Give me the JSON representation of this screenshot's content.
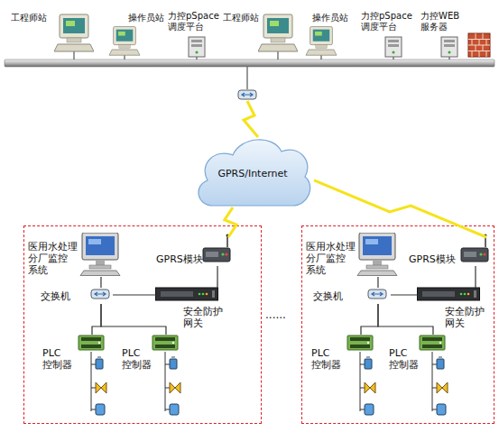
{
  "diagram": {
    "nodes": [
      {
        "text": [
          "工程师站"
        ]
      },
      {
        "text": [
          "操作员站"
        ]
      },
      {
        "text": [
          "力控pSpace 调度平台"
        ]
      },
      {
        "text": [
          "工程师站"
        ]
      },
      {
        "text": [
          "操作员站"
        ]
      },
      {
        "text": [
          "力控pSpace 调度平台"
        ]
      },
      {
        "text": [
          "力控WEB 服务器"
        ]
      },
      {
        "text": [
          "GPRS/Internet"
        ]
      },
      {
        "text": []
      },
      {
        "text": [
          "医用水处理 分厂监控 系统"
        ],
        "in": 8
      },
      {
        "text": [
          "GPRS模块"
        ],
        "in": 8
      },
      {
        "text": [
          "交换机"
        ],
        "in": 8
      },
      {
        "text": [
          "安全防护 网关"
        ],
        "in": 8
      },
      {
        "text": [
          "PLC 控制器"
        ],
        "in": 8
      },
      {
        "text": [
          "PLC 控制器"
        ],
        "in": 8
      },
      {
        "text": []
      },
      {
        "text": [
          "医用水处理 分厂监控 系统"
        ],
        "in": 15
      },
      {
        "text": [
          "GPRS模块"
        ],
        "in": 15
      },
      {
        "text": [
          "交换机"
        ],
        "in": 15
      },
      {
        "text": [
          "安全防护 网关"
        ],
        "in": 15
      },
      {
        "text": [
          "PLC 控制器"
        ],
        "in": 15
      },
      {
        "text": [
          "PLC 控制器"
        ],
        "in": 15
      }
    ],
    "edges": [
      {
        "from": 7,
        "to": 10,
        "arrow": "none"
      },
      {
        "from": 7,
        "to": 17,
        "arrow": "none"
      },
      {
        "from": 9,
        "to": 11,
        "arrow": "none"
      },
      {
        "from": 11,
        "to": 12,
        "arrow": "none"
      },
      {
        "from": 10,
        "to": 12,
        "arrow": "none"
      },
      {
        "from": 11,
        "to": 13,
        "arrow": "none"
      },
      {
        "from": 11,
        "to": 14,
        "arrow": "none"
      },
      {
        "from": 16,
        "to": 18,
        "arrow": "none"
      },
      {
        "from": 18,
        "to": 19,
        "arrow": "none"
      },
      {
        "from": 17,
        "to": 19,
        "arrow": "none"
      },
      {
        "from": 18,
        "to": 20,
        "arrow": "none"
      },
      {
        "from": 18,
        "to": 21,
        "arrow": "none"
      }
    ],
    "labels": [
      "......"
    ]
  }
}
